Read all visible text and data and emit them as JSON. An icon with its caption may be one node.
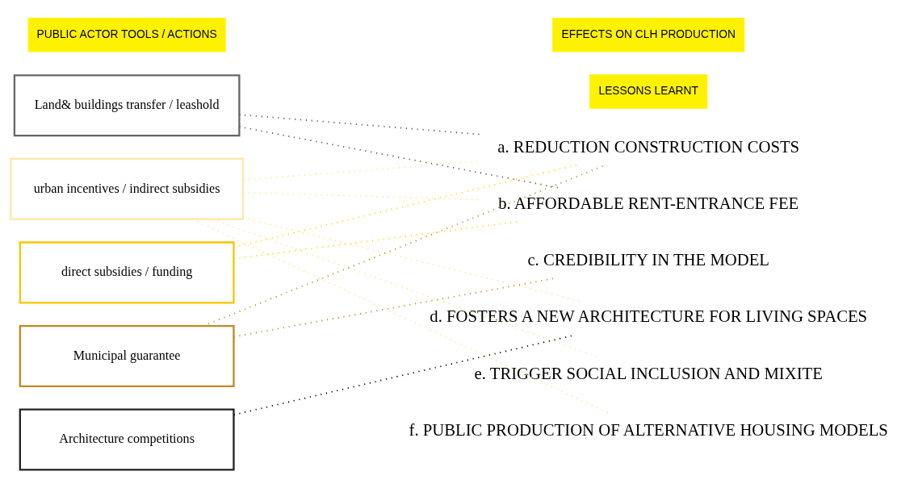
{
  "diagram": {
    "nodes": [
      {
        "text": [
          "PUBLIC ACTOR TOOLS / ACTIONS"
        ]
      },
      {
        "text": [
          "EFFECTS ON CLH PRODUCTION"
        ]
      },
      {
        "text": [
          "LESSONS LEARNT"
        ]
      },
      {
        "text": [
          "Land& buildings transfer / leashold"
        ]
      },
      {
        "text": [
          "urban incentives / indirect subsidies"
        ]
      },
      {
        "text": [
          "direct subsidies / funding"
        ]
      },
      {
        "text": [
          "Municipal guarantee"
        ]
      },
      {
        "text": [
          "Architecture competitions"
        ]
      },
      {
        "text": [
          "a. REDUCTION CONSTRUCTION COSTS"
        ]
      },
      {
        "text": [
          "b. AFFORDABLE RENT-ENTRANCE FEE"
        ]
      },
      {
        "text": [
          "c. CREDIBILITY IN THE MODEL"
        ]
      },
      {
        "text": [
          "d. FOSTERS A NEW ARCHITECTURE FOR LIVING SPACES"
        ]
      },
      {
        "text": [
          "e. TRIGGER SOCIAL INCLUSION AND MIXITE"
        ]
      },
      {
        "text": [
          "f. PUBLIC PRODUCTION OF ALTERNATIVE HOUSING MODELS"
        ]
      }
    ],
    "edges": [
      {
        "from": 3,
        "to": 8,
        "arrow": "none",
        "style": "dashed",
        "color": "#555555"
      },
      {
        "from": 3,
        "to": 9,
        "arrow": "none",
        "style": "dashed",
        "color": "#555555"
      },
      {
        "from": 4,
        "to": 8,
        "arrow": "none",
        "style": "dashed"
      },
      {
        "from": 4,
        "to": 9,
        "arrow": "none",
        "style": "dashed"
      },
      {
        "from": 4,
        "to": 11,
        "arrow": "none",
        "style": "dashed"
      },
      {
        "from": 4,
        "to": 12,
        "arrow": "none",
        "style": "dashed"
      },
      {
        "from": 4,
        "to": 13,
        "arrow": "none",
        "style": "dashed"
      },
      {
        "from": 5,
        "to": 8,
        "arrow": "none",
        "style": "dashed",
        "color": "#ffd700"
      },
      {
        "from": 5,
        "to": 9,
        "arrow": "none",
        "style": "dashed",
        "color": "#ffd700"
      },
      {
        "from": 6,
        "to": 8,
        "arrow": "none",
        "style": "dashed",
        "color": "#c08a20"
      },
      {
        "from": 6,
        "to": 10,
        "arrow": "none",
        "style": "dashed",
        "color": "#c08a20"
      },
      {
        "from": 7,
        "to": 11,
        "arrow": "none",
        "style": "dashed",
        "color": "#000000"
      }
    ]
  }
}
